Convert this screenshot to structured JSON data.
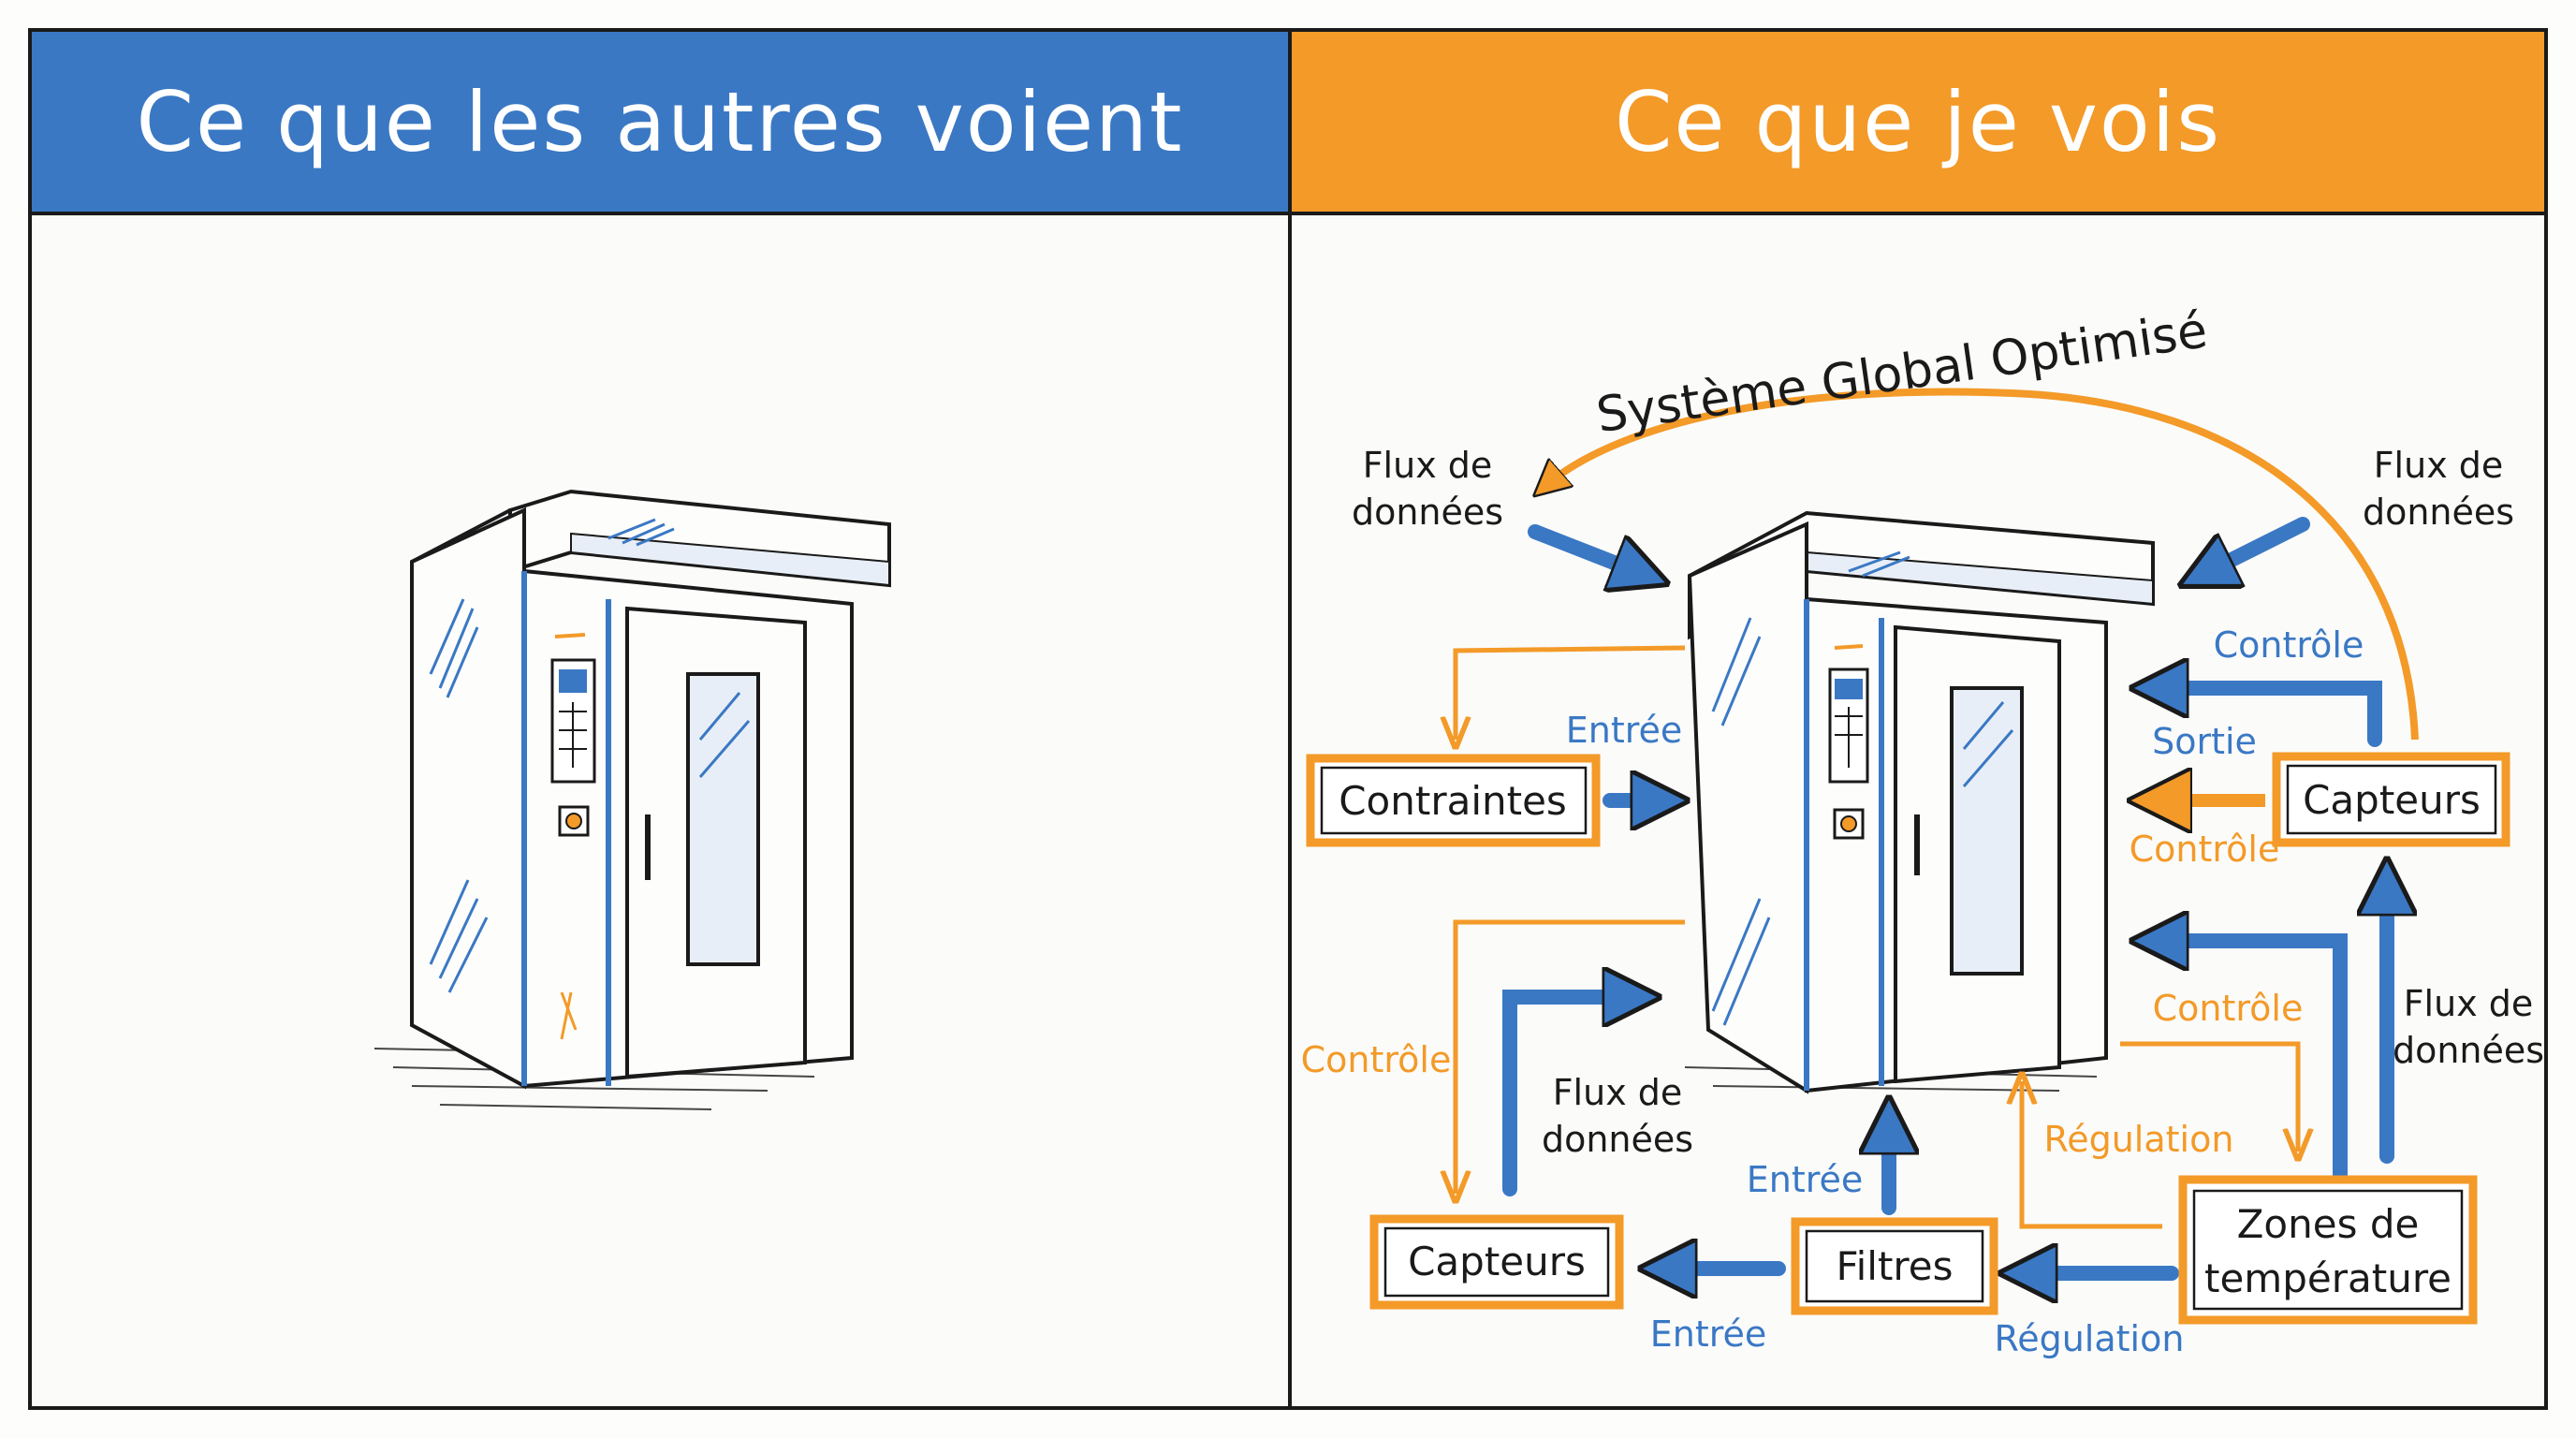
{
  "colors": {
    "blue": "#3a78c4",
    "orange": "#f39a28",
    "ink": "#1a1a1a"
  },
  "left_panel": {
    "title": "Ce que les autres voient"
  },
  "right_panel": {
    "title": "Ce que je vois",
    "arc_title": "Système Global Optimisé",
    "boxes": {
      "contraintes": "Contraintes",
      "capteurs_right": "Capteurs",
      "capteurs_left": "Capteurs",
      "filtres": "Filtres",
      "zones_line1": "Zones de",
      "zones_line2": "température"
    },
    "labels": {
      "flux_tl_1": "Flux de",
      "flux_tl_2": "données",
      "flux_tr_1": "Flux de",
      "flux_tr_2": "données",
      "controle_top": "Contrôle",
      "sortie": "Sortie",
      "controle_orange_r": "Contrôle",
      "entree_top": "Entrée",
      "flux_right_1": "Flux de",
      "flux_right_2": "données",
      "controle_mid": "Contrôle",
      "controle_left": "Contrôle",
      "flux_mid_1": "Flux de",
      "flux_mid_2": "données",
      "regulation_orange": "Régulation",
      "entree_filtres": "Entrée",
      "entree_bottom": "Entrée",
      "regulation_blue": "Régulation"
    }
  }
}
